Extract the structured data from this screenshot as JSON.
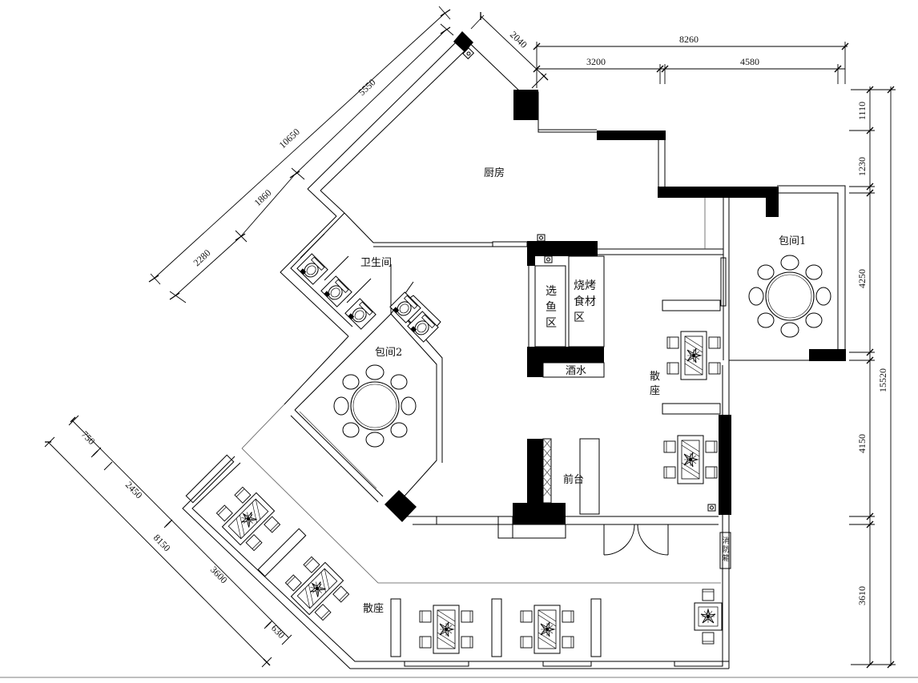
{
  "rooms": {
    "kitchen": "厨房",
    "bathroom": "卫生间",
    "private_room_1": "包间1",
    "private_room_2": "包间2",
    "fish_area": "选\n鱼\n区",
    "bbq_area": "烧烤\n食材\n区",
    "drinks": "酒水",
    "seating_right": "散\n座",
    "front_desk": "前台",
    "seating_bottom": "散座",
    "fire_box": "消\n防\n箱"
  },
  "dimensions": {
    "top_total": "8260",
    "top_left": "3200",
    "top_right": "4580",
    "top_diag": "2040",
    "left_total": "10650",
    "left_1": "5550",
    "left_2": "1860",
    "left_3": "2280",
    "right_total": "15520",
    "right_1": "1110",
    "right_2": "1230",
    "right_3": "4250",
    "right_4": "4150",
    "right_5": "3610",
    "bl_total": "8150",
    "bl_1": "750",
    "bl_2": "2450",
    "bl_3": "3600",
    "bl_4": "630"
  }
}
